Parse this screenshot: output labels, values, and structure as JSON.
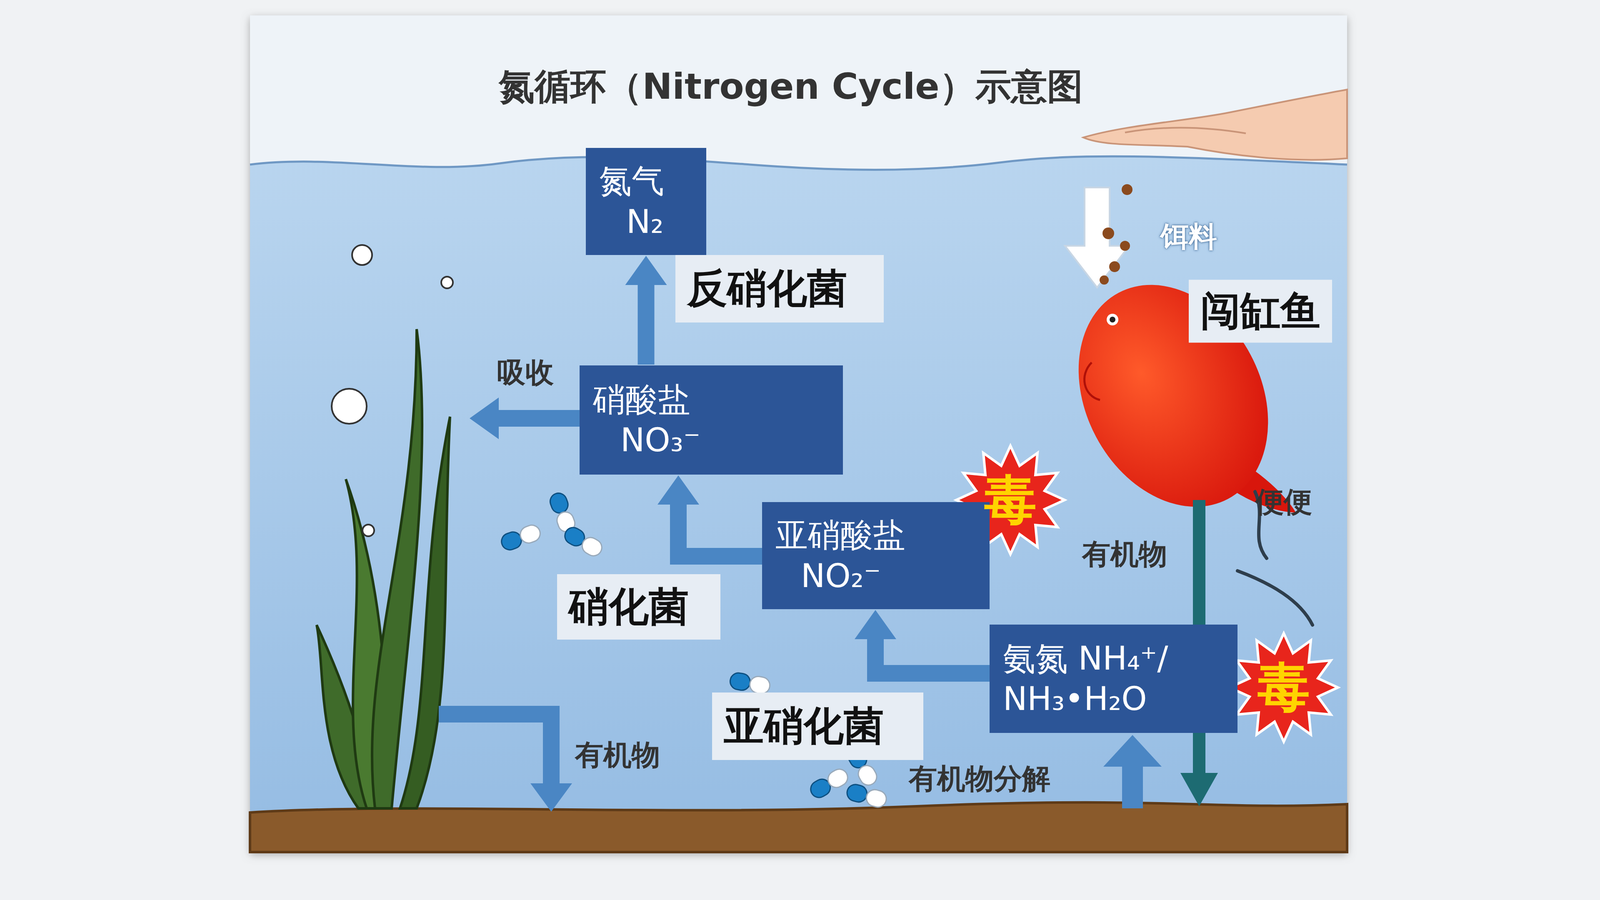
{
  "diagram": {
    "title": "氮循环（Nitrogen Cycle）示意图",
    "nodes": [
      {
        "text": [
          "氮气",
          "N₂"
        ]
      },
      {
        "text": [
          "硝酸盐",
          "NO₃⁻"
        ]
      },
      {
        "text": [
          "亚硝酸盐",
          "NO₂⁻"
        ]
      },
      {
        "text": [
          "氨氮 NH₄⁺/",
          "NH₃•H₂O"
        ]
      }
    ],
    "edges": [
      {
        "from": 1,
        "to": 0,
        "arrow": "to",
        "label": "反硝化菌"
      },
      {
        "from": 2,
        "to": 1,
        "arrow": "to",
        "label": "硝化菌"
      },
      {
        "from": 3,
        "to": 2,
        "arrow": "to",
        "label": "亚硝化菌"
      }
    ],
    "labels": [
      "饵料",
      "闯缸鱼",
      "吸收",
      "毒",
      "便便",
      "有机物",
      "毒",
      "有机物",
      "有机物分解"
    ]
  }
}
